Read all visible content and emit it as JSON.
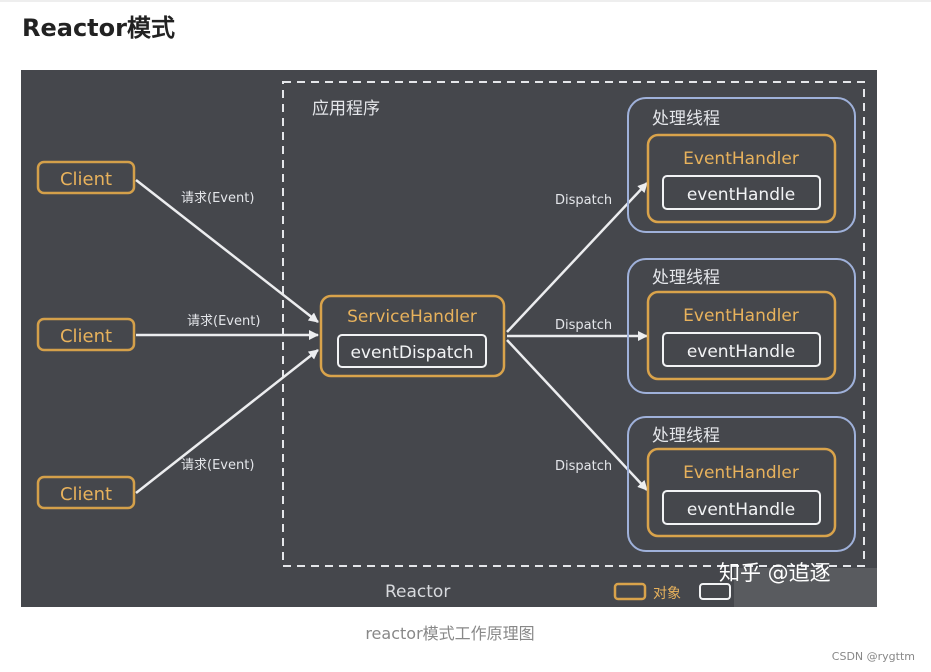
{
  "page": {
    "title": "Reactor模式",
    "caption": "reactor模式工作原理图",
    "credit": "CSDN @rygttm"
  },
  "diagram": {
    "colors": {
      "background": "#45474c",
      "client_border": "#d4a04a",
      "client_text": "#e8b25c",
      "service_border": "#d9a34b",
      "thread_border": "#9fb1da",
      "arrow": "#ecedef",
      "text_light": "#e4e6ea"
    },
    "app_region_label": "应用程序",
    "reactor_label": "Reactor",
    "clients": [
      {
        "label": "Client",
        "request_label": "请求(Event)"
      },
      {
        "label": "Client",
        "request_label": "请求(Event)"
      },
      {
        "label": "Client",
        "request_label": "请求(Event)"
      }
    ],
    "service_handler": {
      "title": "ServiceHandler",
      "method": "eventDispatch"
    },
    "threads": [
      {
        "label": "处理线程",
        "handler": "EventHandler",
        "method": "eventHandle",
        "dispatch_label": "Dispatch"
      },
      {
        "label": "处理线程",
        "handler": "EventHandler",
        "method": "eventHandle",
        "dispatch_label": "Dispatch"
      },
      {
        "label": "处理线程",
        "handler": "EventHandler",
        "method": "eventHandle",
        "dispatch_label": "Dispatch"
      }
    ],
    "legend": {
      "object_label": "对象"
    },
    "watermark": "知乎 @追逐"
  }
}
